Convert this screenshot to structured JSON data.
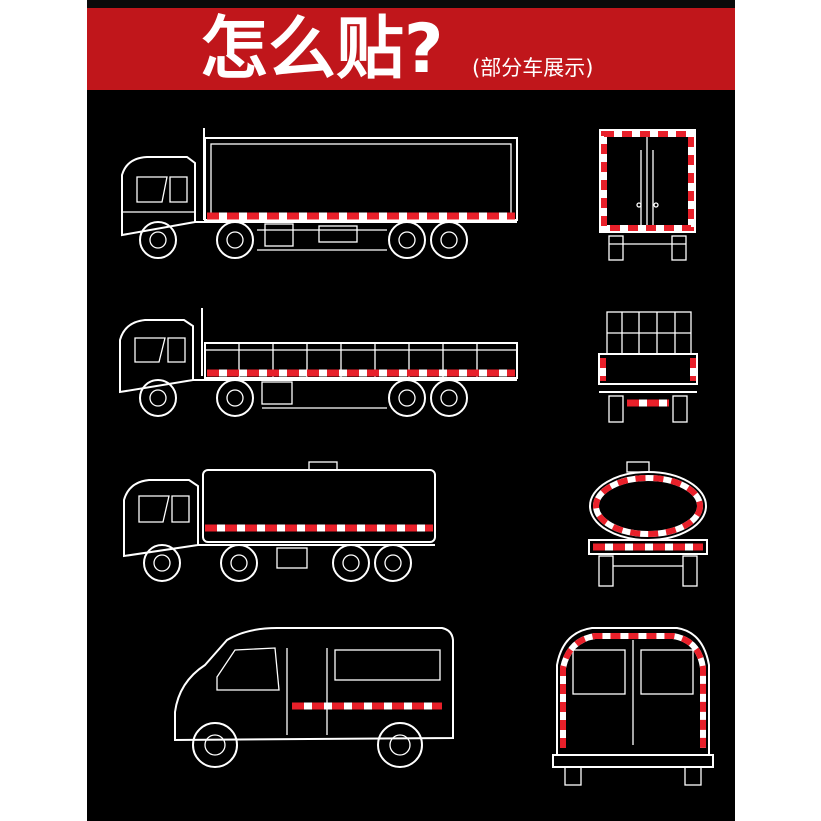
{
  "banner": {
    "title": "怎么贴?",
    "subtitle": "(部分车展示)"
  },
  "colors": {
    "banner_red": "#c0161b",
    "tape_red": "#e8202a",
    "tape_white": "#ffffff",
    "background": "#000000",
    "line_art": "#ffffff"
  },
  "vehicles": [
    {
      "name": "box-truck",
      "views": [
        "side-view",
        "rear-view"
      ]
    },
    {
      "name": "flatbed-truck",
      "views": [
        "side-view",
        "rear-view"
      ]
    },
    {
      "name": "tanker-truck",
      "views": [
        "side-view",
        "rear-view"
      ]
    },
    {
      "name": "van",
      "views": [
        "side-view",
        "rear-view"
      ]
    }
  ]
}
